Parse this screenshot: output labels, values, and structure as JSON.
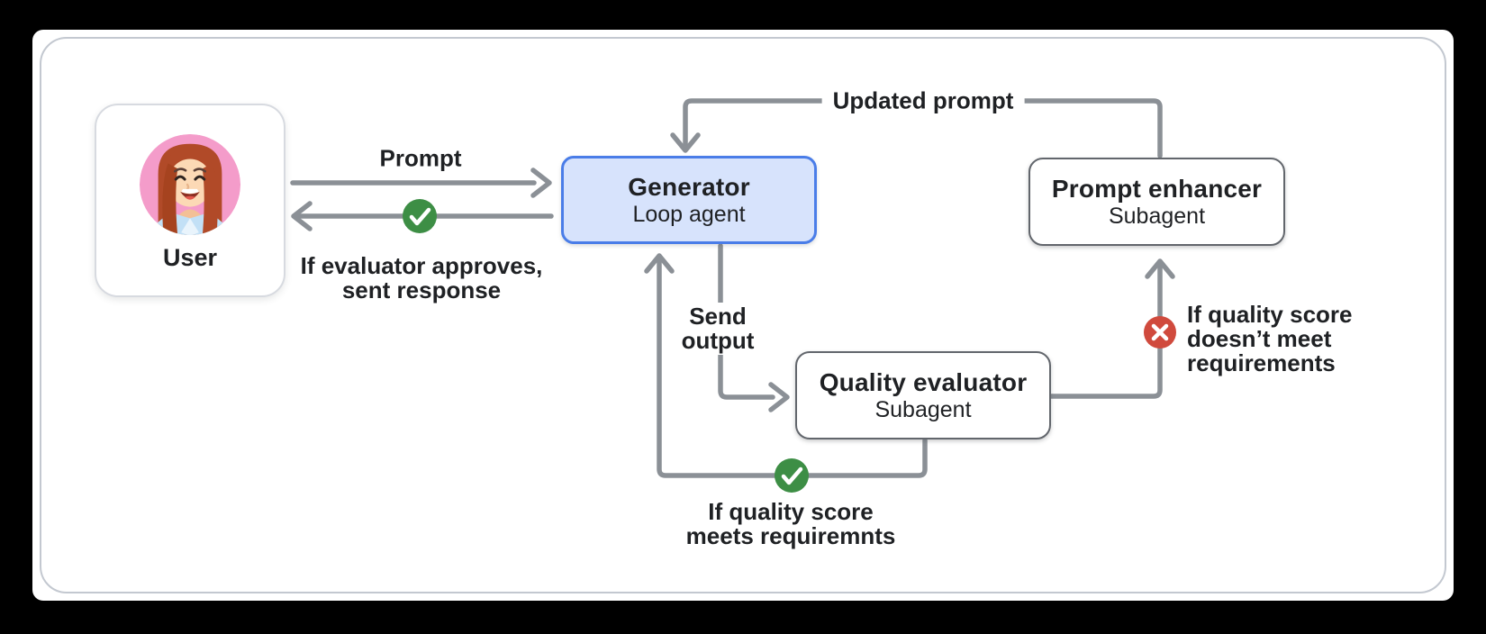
{
  "diagram": {
    "nodes": {
      "user": {
        "label": "User"
      },
      "generator": {
        "title": "Generator",
        "subtitle": "Loop agent"
      },
      "quality_evaluator": {
        "title": "Quality evaluator",
        "subtitle": "Subagent"
      },
      "prompt_enhancer": {
        "title": "Prompt enhancer",
        "subtitle": "Subagent"
      }
    },
    "edges": {
      "prompt": {
        "label": "Prompt"
      },
      "approved_response": {
        "line1": "If evaluator approves,",
        "line2": "sent response"
      },
      "updated_prompt": {
        "label": "Updated prompt"
      },
      "send_output": {
        "line1": "Send",
        "line2": "output"
      },
      "meets_requirements": {
        "line1": "If quality score",
        "line2": "meets requiremnts"
      },
      "fails_requirements": {
        "line1": "If quality score",
        "line2": "doesn’t meet",
        "line3": "requirements"
      }
    },
    "icons": {
      "approved_badge": "check-icon",
      "meets_badge": "check-icon",
      "fails_badge": "x-icon"
    }
  },
  "colors": {
    "arrow_gray": "#8b9096",
    "generator_fill": "#d7e3fc",
    "generator_border": "#4a7de8",
    "box_border": "#62666c",
    "success_green": "#3d8e45",
    "error_red": "#d04a3d",
    "canvas_border": "#c3c8d0",
    "avatar_pink": "#f49cca",
    "avatar_hair": "#b14a28",
    "avatar_skin": "#fcd9b5",
    "avatar_shirt": "#c2e0f6"
  }
}
